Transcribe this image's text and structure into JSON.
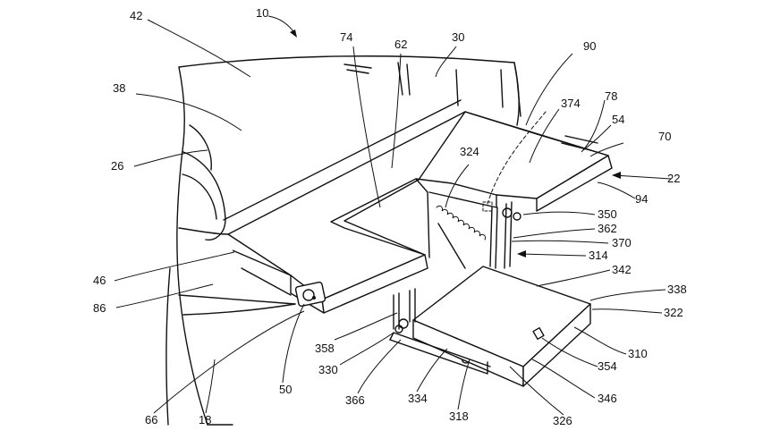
{
  "figure": {
    "labels": {
      "l10": "10",
      "l42": "42",
      "l74": "74",
      "l62": "62",
      "l30": "30",
      "l90": "90",
      "l38": "38",
      "l374": "374",
      "l78": "78",
      "l54": "54",
      "l70": "70",
      "l26": "26",
      "l324": "324",
      "l22": "22",
      "l94": "94",
      "l350": "350",
      "l362": "362",
      "l370": "370",
      "l314": "314",
      "l342": "342",
      "l46": "46",
      "l338": "338",
      "l86": "86",
      "l322": "322",
      "l358": "358",
      "l310": "310",
      "l330": "330",
      "l354": "354",
      "l50": "50",
      "l366": "366",
      "l334": "334",
      "l318": "318",
      "l346": "346",
      "l326": "326",
      "l66": "66",
      "l18": "18"
    }
  }
}
